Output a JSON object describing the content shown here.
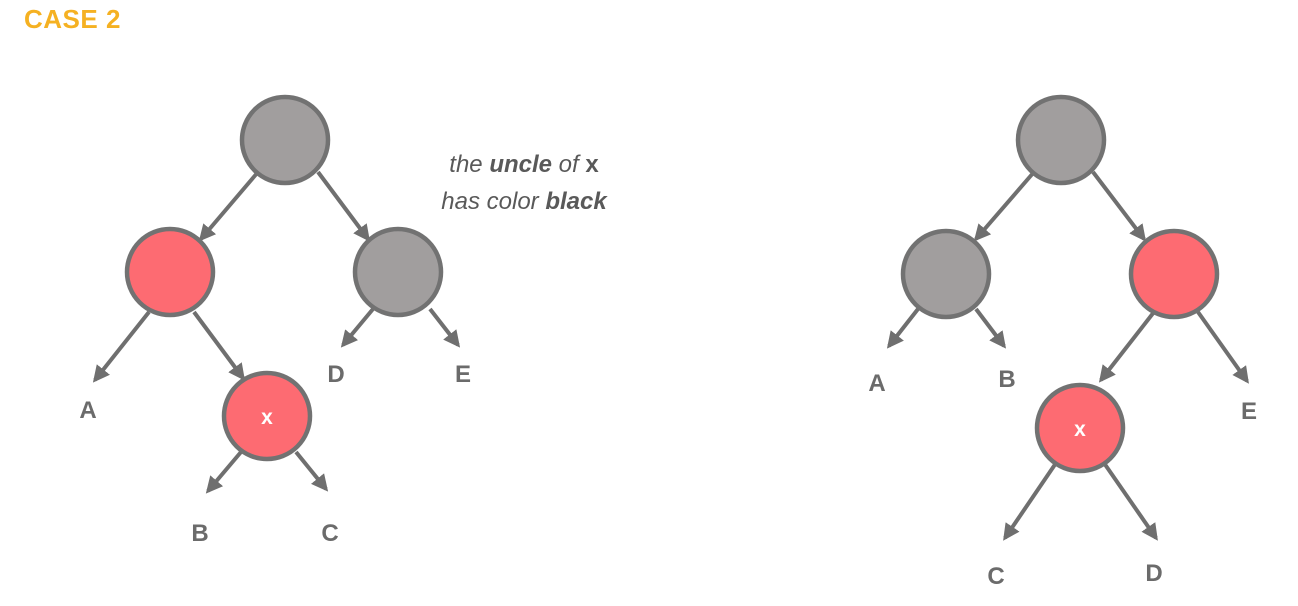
{
  "title": "CASE 2",
  "note": {
    "line1_pre": "the ",
    "line1_bold": "uncle",
    "line1_mid": " of ",
    "line1_var": "x",
    "line2_pre": "has color ",
    "line2_bold": "black"
  },
  "colors": {
    "title": "#f5b122",
    "black_node": "#a19e9e",
    "red_node": "#fd6b72",
    "stroke": "#727272",
    "label": "#6b6b6b"
  },
  "left_tree": {
    "nodes": [
      {
        "id": "grandparent",
        "color": "black",
        "label": ""
      },
      {
        "id": "parent",
        "color": "red",
        "label": ""
      },
      {
        "id": "uncle",
        "color": "black",
        "label": ""
      },
      {
        "id": "x",
        "color": "red",
        "label": "x"
      }
    ],
    "leaves": [
      "A",
      "B",
      "C",
      "D",
      "E"
    ]
  },
  "right_tree": {
    "nodes": [
      {
        "id": "root",
        "color": "black",
        "label": ""
      },
      {
        "id": "left-child",
        "color": "black",
        "label": ""
      },
      {
        "id": "right-child",
        "color": "red",
        "label": ""
      },
      {
        "id": "x",
        "color": "red",
        "label": "x"
      }
    ],
    "leaves": [
      "A",
      "B",
      "C",
      "D",
      "E"
    ]
  }
}
